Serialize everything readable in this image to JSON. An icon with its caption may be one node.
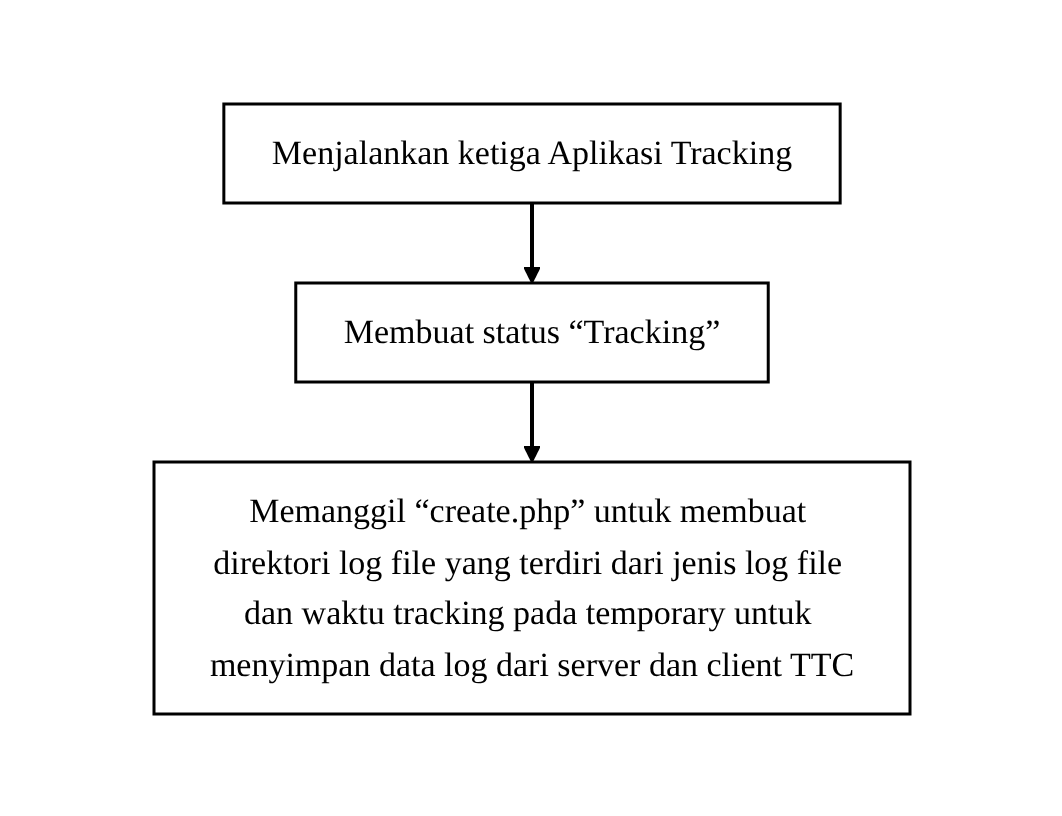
{
  "diagram": {
    "nodes": [
      {
        "text": [
          "Menjalankan ketiga Aplikasi Tracking"
        ]
      },
      {
        "text": [
          "Membuat status “Tracking”"
        ]
      },
      {
        "text": [
          "Memanggil “create.php” untuk membuat direktori log file yang terdiri dari jenis log file dan waktu tracking pada temporary untuk menyimpan data log dari server dan client TTC"
        ]
      }
    ],
    "edges": [
      {
        "from": 0,
        "to": 1,
        "arrow": "to"
      },
      {
        "from": 1,
        "to": 2,
        "arrow": "to"
      }
    ]
  }
}
